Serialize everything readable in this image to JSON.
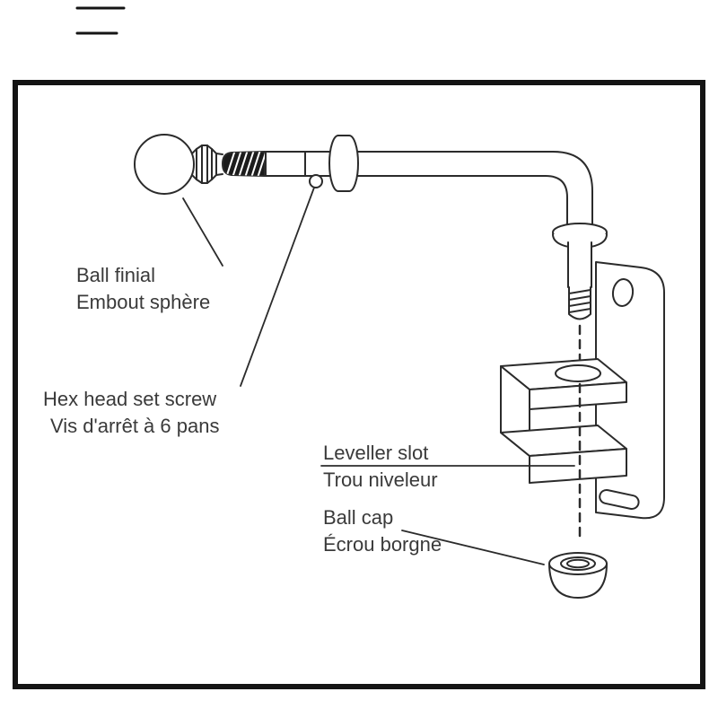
{
  "diagram": {
    "labels": {
      "ball_finial": {
        "line1": "Ball finial",
        "line2": "Embout sphère"
      },
      "set_screw": {
        "line1": "Hex head set screw",
        "line2": "Vis d'arrêt à 6 pans"
      },
      "leveller_slot": {
        "line1": "Leveller slot",
        "line2": "Trou niveleur"
      },
      "ball_cap": {
        "line1": "Ball cap",
        "line2": "Écrou borgne"
      }
    },
    "colors": {
      "line": "#2b2b2b",
      "frame": "#141414",
      "text": "#3a3a3a",
      "screw_fill": "#1c1c1c",
      "background": "#ffffff"
    }
  }
}
